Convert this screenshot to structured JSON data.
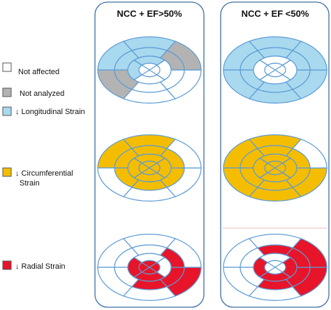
{
  "columns": [
    {
      "title": "NCC + EF>50%"
    },
    {
      "title": "NCC + EF <50%"
    }
  ],
  "legend": [
    {
      "key": "not_affected",
      "lines": [
        "Not affected"
      ],
      "color": "#ffffff"
    },
    {
      "key": "not_analyzed",
      "lines": [
        "Not analyzed"
      ],
      "color": "#b3b3b3"
    },
    {
      "key": "longitudinal",
      "lines": [
        "↓ Longitudinal Strain"
      ],
      "color": "#a9d9ef"
    },
    {
      "key": "circumferential",
      "lines": [
        "↓ Circumferential",
        "Strain"
      ],
      "color": "#f5bd00"
    },
    {
      "key": "radial",
      "lines": [
        "↓ Radial Strain"
      ],
      "color": "#e8142a"
    }
  ],
  "colors": {
    "not_affected": "#ffffff",
    "not_analyzed": "#b3b3b3",
    "longitudinal": "#a9d9ef",
    "circumferential": "#f5bd00",
    "radial": "#e8142a",
    "lines": "#5b9bd5",
    "panel_border": "#3b6ea5"
  }
}
